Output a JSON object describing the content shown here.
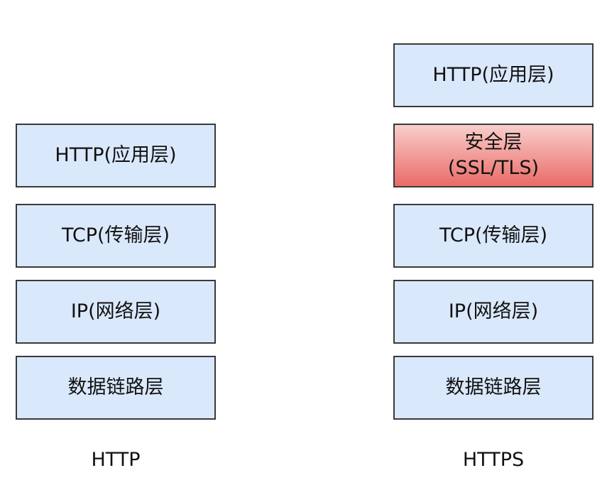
{
  "http_stack": {
    "caption": "HTTP",
    "layers": [
      {
        "label": "HTTP(应用层)"
      },
      {
        "label": "TCP(传输层)"
      },
      {
        "label": "IP(网络层)"
      },
      {
        "label": "数据链路层"
      }
    ]
  },
  "https_stack": {
    "caption": "HTTPS",
    "layers": [
      {
        "label": "HTTP(应用层)"
      },
      {
        "label": "安全层",
        "label_line2": "(SSL/TLS)",
        "highlight_color": "#ea6b66"
      },
      {
        "label": "TCP(传输层)"
      },
      {
        "label": "IP(网络层)"
      },
      {
        "label": "数据链路层"
      }
    ]
  },
  "colors": {
    "layer_fill": "#dae8fc",
    "security_fill_top": "#f8cecc",
    "security_fill_bottom": "#ea6b66",
    "border": "#3a3a3a"
  }
}
